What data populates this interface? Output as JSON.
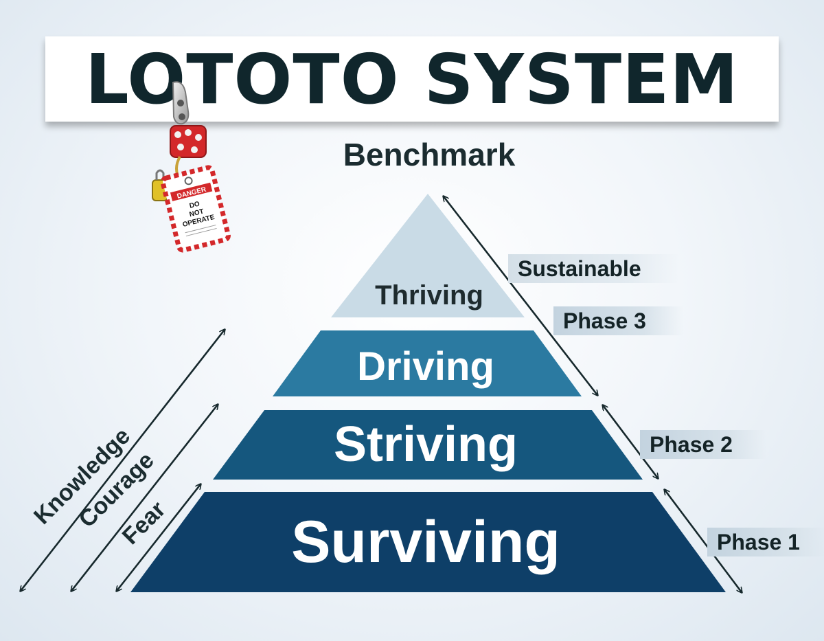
{
  "title": "LOTOTO SYSTEM",
  "subtitle": "Benchmark",
  "tiers": {
    "thriving": "Thriving",
    "driving": "Driving",
    "striving": "Striving",
    "surviving": "Surviving"
  },
  "phases": {
    "sustainable": "Sustainable",
    "phase3": "Phase 3",
    "phase2": "Phase 2",
    "phase1": "Phase 1"
  },
  "axes": {
    "knowledge": "Knowledge",
    "courage": "Courage",
    "fear": "Fear"
  },
  "lockout_tag": {
    "header": "DANGER",
    "line1": "DO",
    "line2": "NOT",
    "line3": "OPERATE"
  },
  "colors": {
    "thriving": "#c9dbe6",
    "driving": "#2b7aa1",
    "striving": "#15577e",
    "surviving": "#0e3f68",
    "title_text": "#10262c",
    "tag_red": "#d3282a"
  },
  "icons": [
    "padlock-hasp-icon",
    "danger-tag-icon",
    "double-arrow-icon"
  ]
}
